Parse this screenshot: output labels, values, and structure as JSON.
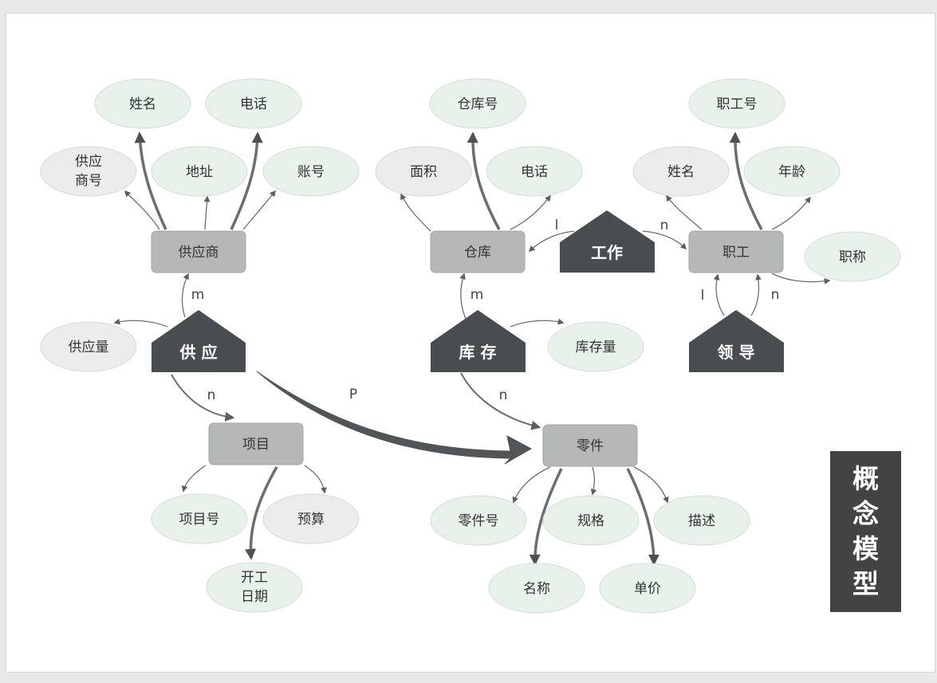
{
  "title": "概念模型",
  "entities": {
    "supplier": "供应商",
    "warehouse": "仓库",
    "employee": "职工",
    "project": "项目",
    "part": "零件"
  },
  "relations": {
    "supply": "供 应",
    "work": "工作",
    "stock": "库 存",
    "lead": "领 导"
  },
  "attributes": {
    "supplier_name": "姓名",
    "supplier_phone": "电话",
    "supplier_no": [
      "供应",
      "商号"
    ],
    "supplier_address": "地址",
    "supplier_account": "账号",
    "supply_quantity": "供应量",
    "warehouse_no": "仓库号",
    "warehouse_area": "面积",
    "warehouse_phone": "电话",
    "stock_quantity": "库存量",
    "employee_no": "职工号",
    "employee_name": "姓名",
    "employee_age": "年龄",
    "employee_title": "职称",
    "project_no": "项目号",
    "project_budget": "预算",
    "project_start": [
      "开工",
      "日期"
    ],
    "part_no": "零件号",
    "part_spec": "规格",
    "part_desc": "描述",
    "part_name": "名称",
    "part_price": "单价"
  },
  "cardinalities": {
    "supply_supplier": "m",
    "supply_project": "n",
    "supply_part": "P",
    "work_warehouse": "l",
    "work_employee": "n",
    "stock_warehouse": "m",
    "stock_part": "n",
    "lead_left": "l",
    "lead_right": "n"
  },
  "colors": {
    "entity_fill": "#b6b8b8",
    "relation_fill": "#484d50",
    "attr_green": "#e8f1ea",
    "attr_gray": "#ececec",
    "arrow": "#5b5f61",
    "title_bg": "#434343"
  }
}
